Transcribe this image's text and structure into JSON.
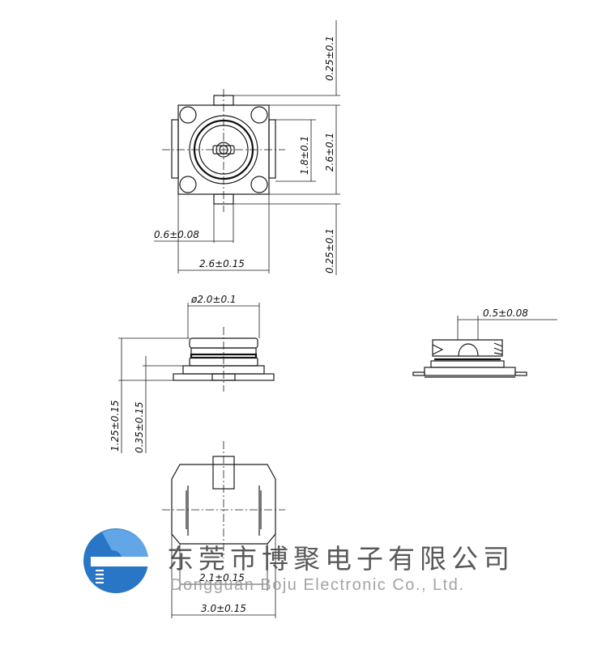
{
  "dimensions": {
    "top_clearance": "0.25±0.1",
    "body_height_right": "2.6±0.1",
    "inner_diameter_v": "1.8±0.1",
    "bottom_clearance": "0.25±0.1",
    "pin_width": "0.6±0.08",
    "body_width": "2.6±0.15",
    "diameter": "ø2.0±0.1",
    "total_height": "1.25±0.15",
    "base_height": "0.35±0.15",
    "side_tab": "0.5±0.08",
    "pad_width": "2.1±0.15",
    "overall_width": "3.0±0.15"
  },
  "watermark": {
    "company_cn": "东莞市博聚电子有限公司",
    "company_en": "Dongguan Boju Electronic Co., Ltd."
  },
  "colors": {
    "logo_blue": "#1f6fc4",
    "logo_light": "#5aa2e6",
    "line": "#1a1a1a"
  }
}
